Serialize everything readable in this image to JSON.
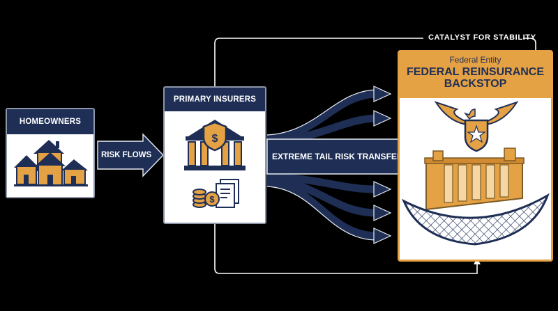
{
  "connector_label": "CATALYST FOR STABILITY",
  "homeowners": {
    "title": "HOMEOWNERS",
    "icon": "houses-icon"
  },
  "risk_flows_label": "RISK FLOWS",
  "primary_insurers": {
    "title": "PRIMARY INSURERS",
    "icons": [
      "bank-shield-dollar-icon",
      "coins-documents-icon"
    ]
  },
  "tail_risk_label": "EXTREME TAIL RISK TRANSFERS",
  "federal": {
    "entity_label": "Federal Entity",
    "title_line1": "FEDERAL REINSURANCE",
    "title_line2": "BACKSTOP",
    "icons": [
      "eagle-shield-icon",
      "dam-icon",
      "safety-net-icon"
    ]
  },
  "colors": {
    "navy": "#1e2e55",
    "gold": "#e5a245",
    "background": "#000000"
  }
}
